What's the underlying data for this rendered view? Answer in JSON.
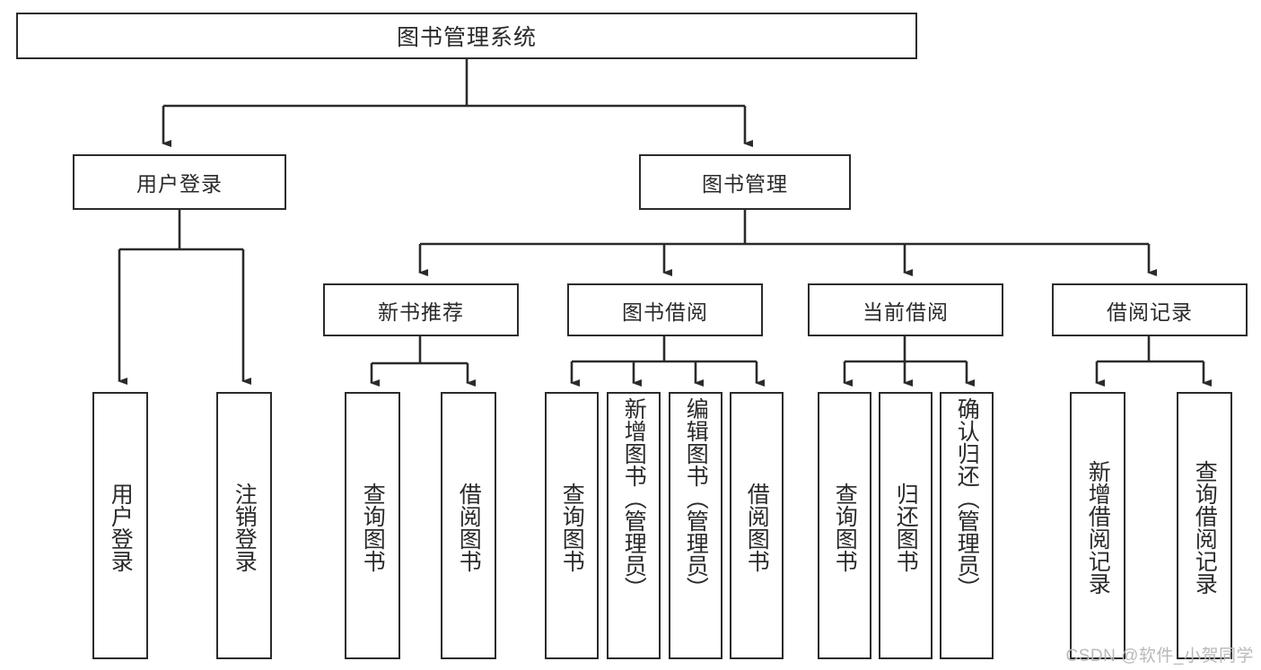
{
  "diagram": {
    "type": "hierarchy-tree",
    "title": "图书管理系统",
    "orientation": "top-down",
    "colors": {
      "stroke": "#2b2b2b",
      "fill": "#ffffff",
      "text": "#2a2a2a",
      "watermark": "#b9b9b9"
    },
    "root": {
      "label": "图书管理系统"
    },
    "level2": [
      {
        "label": "用户登录"
      },
      {
        "label": "图书管理"
      }
    ],
    "level3": [
      {
        "label": "新书推荐"
      },
      {
        "label": "图书借阅"
      },
      {
        "label": "当前借阅"
      },
      {
        "label": "借阅记录"
      }
    ],
    "leaves": {
      "user_login": [
        {
          "label": "用户登录"
        },
        {
          "label": "注销登录"
        }
      ],
      "new_book_recommend": [
        {
          "label": "查询图书"
        },
        {
          "label": "借阅图书"
        }
      ],
      "book_borrow": [
        {
          "label": "查询图书"
        },
        {
          "label": "新增图书（管理员）"
        },
        {
          "label": "编辑图书（管理员）"
        },
        {
          "label": "借阅图书"
        }
      ],
      "current_borrow": [
        {
          "label": "查询图书"
        },
        {
          "label": "归还图书"
        },
        {
          "label": "确认归还（管理员）"
        }
      ],
      "borrow_record": [
        {
          "label": "新增借阅记录"
        },
        {
          "label": "查询借阅记录"
        }
      ]
    }
  },
  "watermark": {
    "text": "CSDN @软件_小贺同学"
  }
}
